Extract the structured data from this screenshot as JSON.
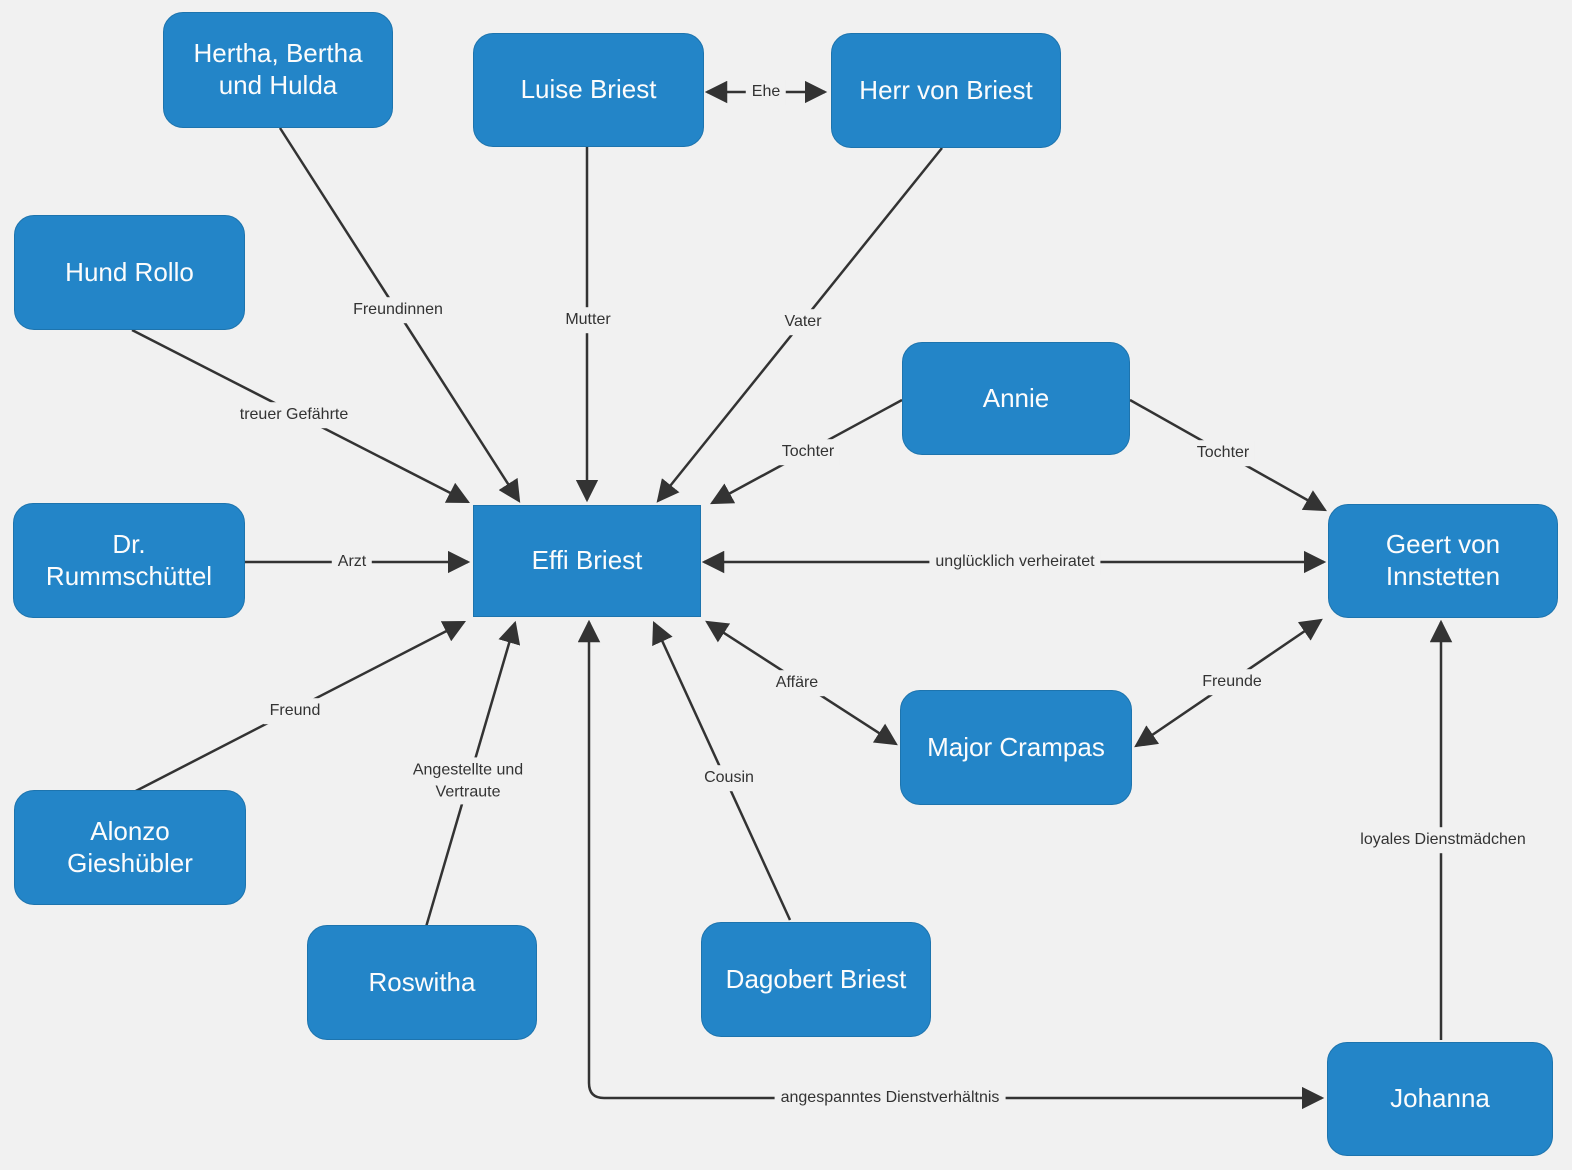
{
  "diagram": {
    "description": "character relationship diagram",
    "colors": {
      "node_fill": "#2385C8",
      "node_border": "#1D74AE",
      "node_text": "#FCFCFC",
      "edge_line": "#333333",
      "edge_label_text": "#333333",
      "background": "#F1F1F1"
    },
    "nodes": {
      "hertha_bertha_hulda": {
        "label": "Hertha, Bertha\nund Hulda",
        "shape": "rounded"
      },
      "luise_briest": {
        "label": "Luise Briest",
        "shape": "rounded"
      },
      "herr_von_briest": {
        "label": "Herr von Briest",
        "shape": "rounded"
      },
      "hund_rollo": {
        "label": "Hund Rollo",
        "shape": "rounded"
      },
      "annie": {
        "label": "Annie",
        "shape": "rounded"
      },
      "dr_rummschuettel": {
        "label": "Dr. Rummschüttel",
        "shape": "rounded"
      },
      "effi_briest": {
        "label": "Effi Briest",
        "shape": "rectangle"
      },
      "geert_von_innstetten": {
        "label": "Geert von\nInnstetten",
        "shape": "rounded"
      },
      "alonzo_gieshuebler": {
        "label": "Alonzo\nGieshübler",
        "shape": "rounded"
      },
      "major_crampas": {
        "label": "Major Crampas",
        "shape": "rounded"
      },
      "roswitha": {
        "label": "Roswitha",
        "shape": "rounded"
      },
      "dagobert_briest": {
        "label": "Dagobert Briest",
        "shape": "rounded"
      },
      "johanna": {
        "label": "Johanna",
        "shape": "rounded"
      }
    },
    "edges": [
      {
        "from": "hertha_bertha_hulda",
        "to": "effi_briest",
        "label": "Freundinnen",
        "direction": "one-way"
      },
      {
        "from": "luise_briest",
        "to": "effi_briest",
        "label": "Mutter",
        "direction": "one-way"
      },
      {
        "from": "luise_briest",
        "to": "herr_von_briest",
        "label": "Ehe",
        "direction": "two-way"
      },
      {
        "from": "herr_von_briest",
        "to": "effi_briest",
        "label": "Vater",
        "direction": "one-way"
      },
      {
        "from": "hund_rollo",
        "to": "effi_briest",
        "label": "treuer Gefährte",
        "direction": "one-way"
      },
      {
        "from": "dr_rummschuettel",
        "to": "effi_briest",
        "label": "Arzt",
        "direction": "one-way"
      },
      {
        "from": "annie",
        "to": "effi_briest",
        "label": "Tochter",
        "direction": "one-way"
      },
      {
        "from": "annie",
        "to": "geert_von_innstetten",
        "label": "Tochter",
        "direction": "one-way"
      },
      {
        "from": "geert_von_innstetten",
        "to": "effi_briest",
        "label": "unglücklich verheiratet",
        "direction": "two-way"
      },
      {
        "from": "alonzo_gieshuebler",
        "to": "effi_briest",
        "label": "Freund",
        "direction": "one-way"
      },
      {
        "from": "roswitha",
        "to": "effi_briest",
        "label": "Angestellte und Vertraute",
        "direction": "one-way"
      },
      {
        "from": "dagobert_briest",
        "to": "effi_briest",
        "label": "Cousin",
        "direction": "one-way"
      },
      {
        "from": "effi_briest",
        "to": "major_crampas",
        "label": "Affäre",
        "direction": "two-way"
      },
      {
        "from": "major_crampas",
        "to": "geert_von_innstetten",
        "label": "Freunde",
        "direction": "two-way"
      },
      {
        "from": "johanna",
        "to": "geert_von_innstetten",
        "label": "loyales Dienstmädchen",
        "direction": "one-way"
      },
      {
        "from": "effi_briest",
        "to": "johanna",
        "label": "angespanntes Dienstverhältnis",
        "direction": "two-way"
      }
    ]
  }
}
